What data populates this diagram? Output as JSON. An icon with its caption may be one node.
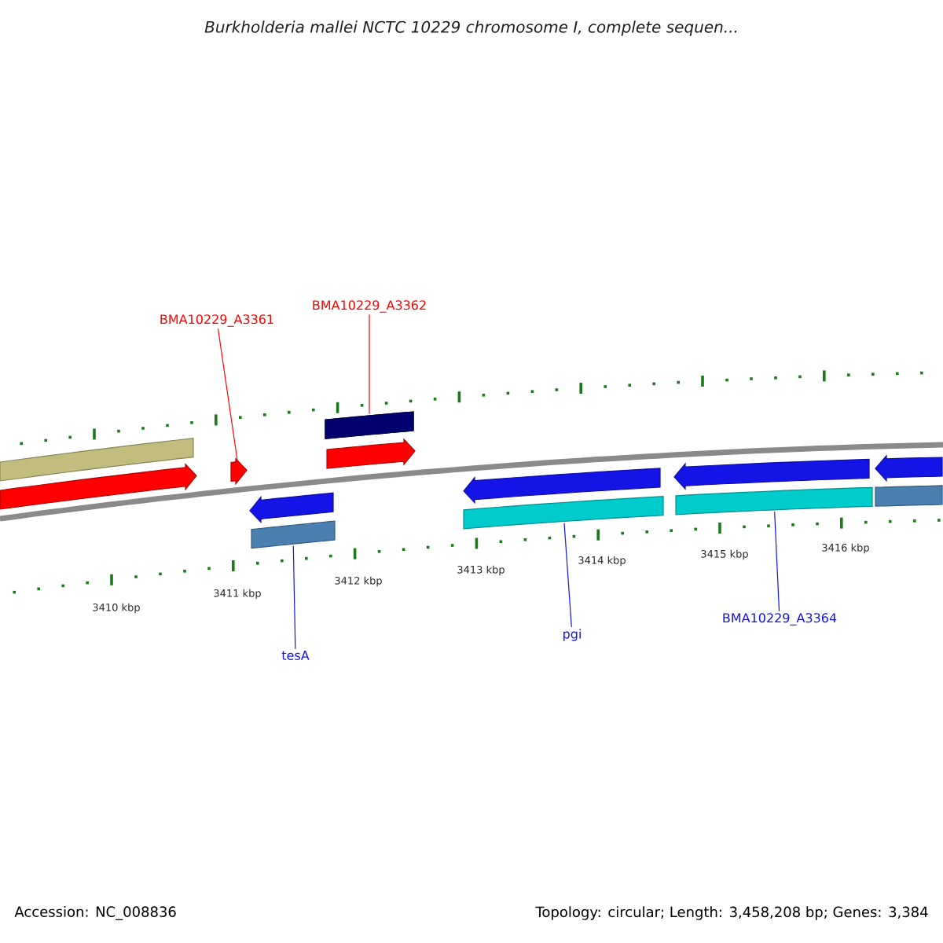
{
  "diagram": {
    "title": "Burkholderia mallei NCTC 10229 chromosome I, complete sequen...",
    "nodes": [
      {
        "text": [
          "BMA10229_A3361"
        ]
      },
      {
        "text": [],
        "shape": "arrow"
      },
      {
        "text": [
          "BMA10229_A3362"
        ]
      },
      {
        "text": [],
        "shape": "bar"
      },
      {
        "text": [
          "tesA"
        ]
      },
      {
        "text": [],
        "shape": "bar"
      },
      {
        "text": [
          "pgi"
        ]
      },
      {
        "text": [],
        "shape": "bar"
      },
      {
        "text": [
          "BMA10229_A3364"
        ]
      },
      {
        "text": [],
        "shape": "bar"
      }
    ],
    "edges": [
      {
        "from": 0,
        "to": 1,
        "arrow": "none",
        "color": "#ff0000"
      },
      {
        "from": 2,
        "to": 3,
        "arrow": "none",
        "color": "#ff0000"
      },
      {
        "from": 4,
        "to": 5,
        "arrow": "none"
      },
      {
        "from": 6,
        "to": 7,
        "arrow": "none"
      },
      {
        "from": 8,
        "to": 9,
        "arrow": "none"
      }
    ],
    "labels": [
      "3410 kbp",
      "3411 kbp",
      "3412 kbp",
      "3413 kbp",
      "3414 kbp",
      "3415 kbp",
      "3416 kbp",
      "Accession: NC_008836",
      "Topology: circular; Length: 3,458,208 bp; Genes: 3,384"
    ]
  }
}
